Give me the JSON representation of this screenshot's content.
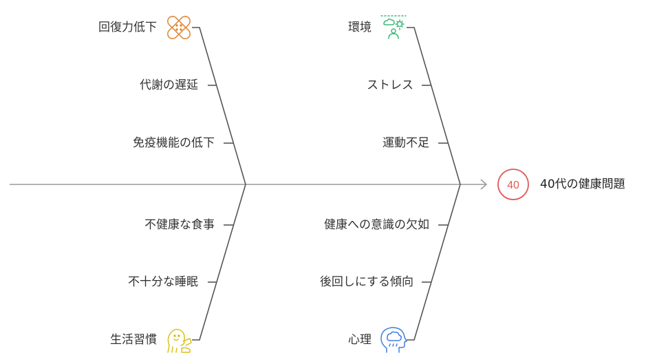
{
  "effect": {
    "badge": "40",
    "label": "40代の健康問題",
    "color": "#e05a5a"
  },
  "categories": {
    "top_left": {
      "title": "回復力低下",
      "icon": "bandage-icon",
      "color": "#e08a3a",
      "causes": [
        "代謝の遅延",
        "免疫機能の低下"
      ]
    },
    "top_right": {
      "title": "環境",
      "icon": "environment-icon",
      "color": "#3cb878",
      "causes": [
        "ストレス",
        "運動不足"
      ]
    },
    "bottom_left": {
      "title": "生活習慣",
      "icon": "lifestyle-icon",
      "color": "#d8c21a",
      "causes": [
        "不健康な食事",
        "不十分な睡眠"
      ]
    },
    "bottom_right": {
      "title": "心理",
      "icon": "mind-icon",
      "color": "#3f7fe0",
      "causes": [
        "健康への意識の欠如",
        "後回しにする傾向"
      ]
    }
  },
  "line_color": "#555555",
  "spine_color": "#999999"
}
